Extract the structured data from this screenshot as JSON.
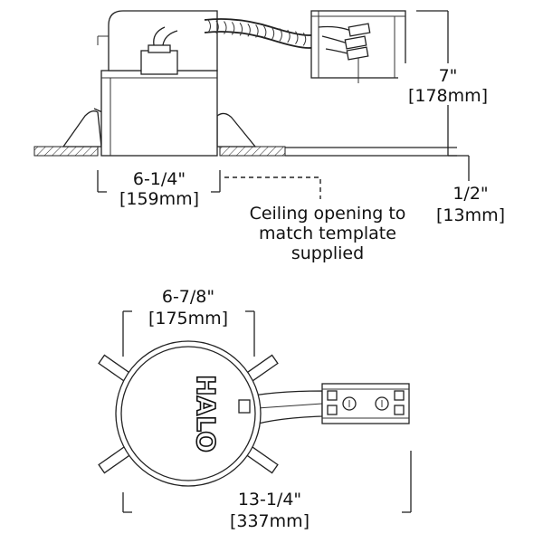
{
  "side_view": {
    "height_in": "7\"",
    "height_mm": "[178mm]",
    "width_in": "6-1/4\"",
    "width_mm": "[159mm]",
    "flange_in": "1/2\"",
    "flange_mm": "[13mm]",
    "note_line1": "Ceiling opening to",
    "note_line2": "match template",
    "note_line3": "supplied"
  },
  "top_view": {
    "diameter_in": "6-7/8\"",
    "diameter_mm": "[175mm]",
    "length_in": "13-1/4\"",
    "length_mm": "[337mm]",
    "brand": "HALO"
  }
}
